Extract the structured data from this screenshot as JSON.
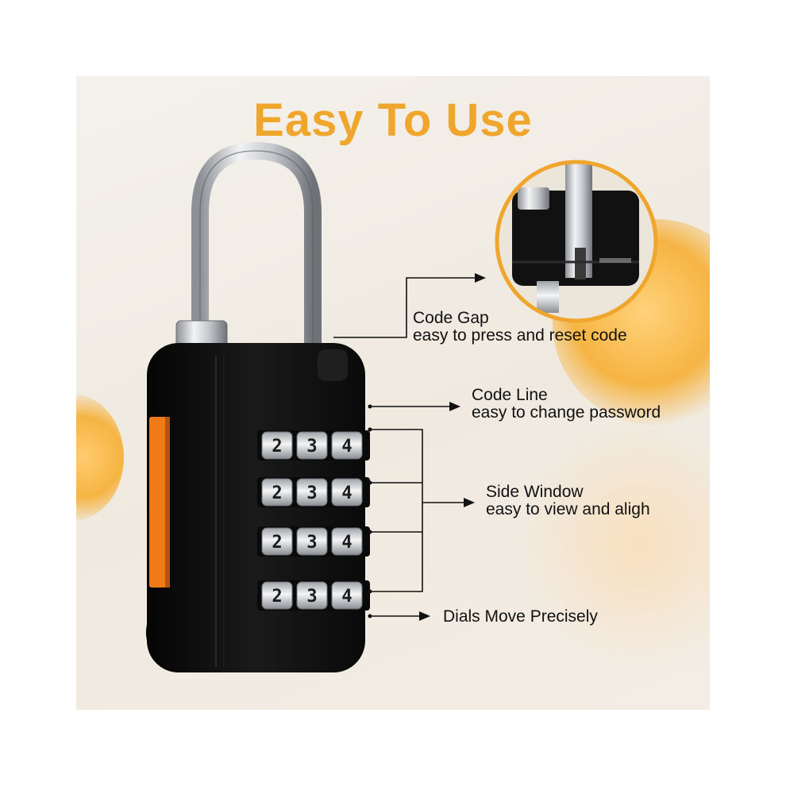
{
  "title": "Easy To Use",
  "dial_digits": [
    "2",
    "3",
    "4"
  ],
  "callouts": {
    "code_gap": {
      "title": "Code Gap",
      "desc": "easy to press and reset code"
    },
    "code_line": {
      "title": "Code Line",
      "desc": "easy to change password"
    },
    "side_window": {
      "title": "Side Window",
      "desc": "easy to view and aligh"
    },
    "dials": {
      "title": "Dials Move Precisely"
    }
  },
  "colors": {
    "title": "#f0a52d",
    "accent_orange": "#f07a18",
    "lock_body": "#111111"
  }
}
